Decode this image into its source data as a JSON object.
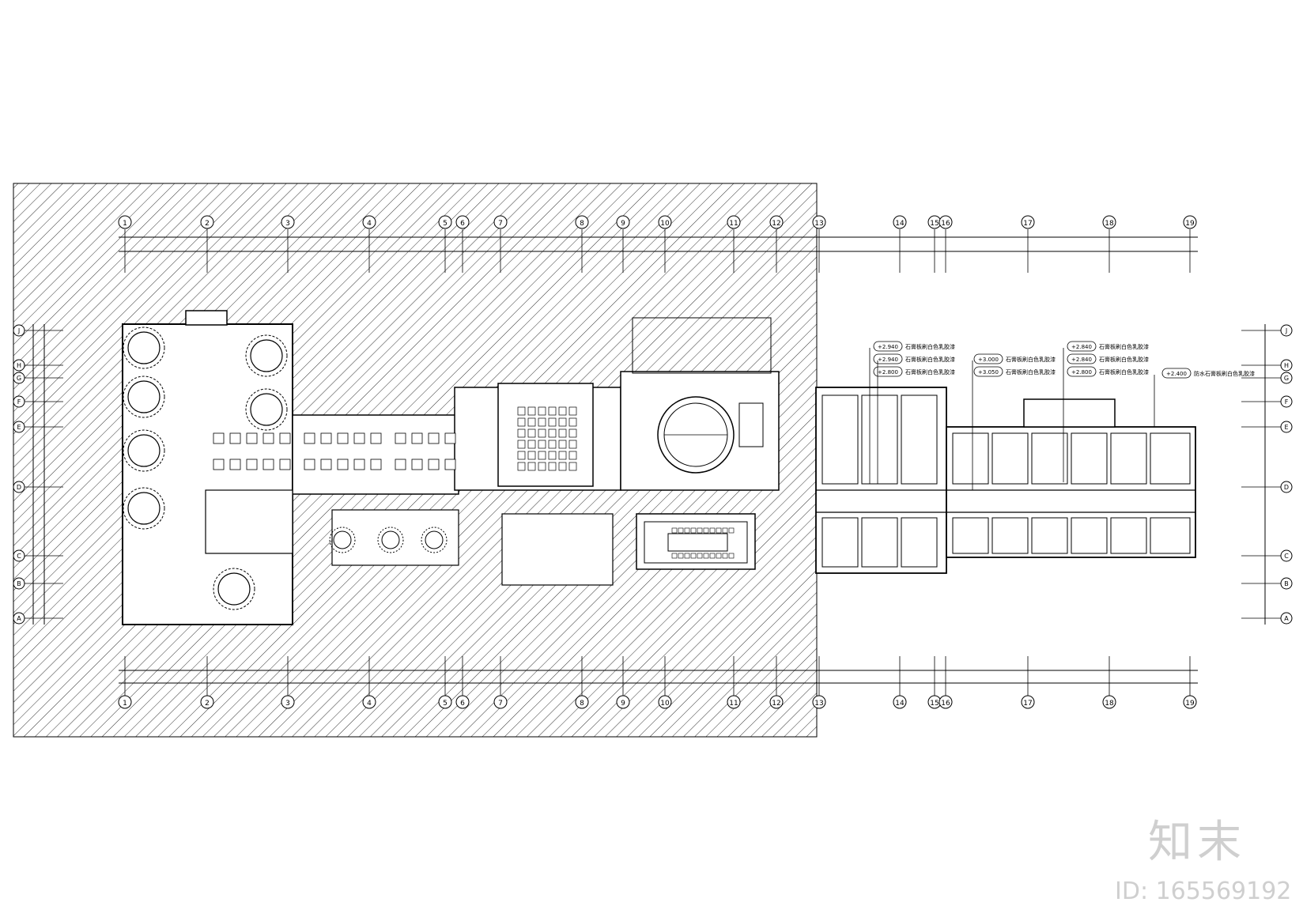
{
  "grid": {
    "columns": [
      "1",
      "2",
      "3",
      "4",
      "5",
      "6",
      "7",
      "8",
      "9",
      "10",
      "11",
      "12",
      "13",
      "14",
      "15",
      "16",
      "17",
      "18",
      "19"
    ],
    "rows": [
      "J",
      "H",
      "G",
      "F",
      "E",
      "D",
      "C",
      "B",
      "A"
    ]
  },
  "ceiling_tags": {
    "left": [
      {
        "elevation": "+2.940",
        "note": "石膏板刷白色乳胶漆"
      },
      {
        "elevation": "+2.940",
        "note": "石膏板刷白色乳胶漆"
      },
      {
        "elevation": "+2.800",
        "note": "石膏板刷白色乳胶漆"
      }
    ],
    "middle": [
      {
        "elevation": "+3.000",
        "note": "石膏板刷白色乳胶漆"
      },
      {
        "elevation": "+3.050",
        "note": "石膏板刷白色乳胶漆"
      }
    ],
    "right": [
      {
        "elevation": "+2.840",
        "note": "石膏板刷白色乳胶漆"
      },
      {
        "elevation": "+2.840",
        "note": "石膏板刷白色乳胶漆"
      },
      {
        "elevation": "+2.800",
        "note": "石膏板刷白色乳胶漆"
      }
    ],
    "far": [
      {
        "elevation": "+2.400",
        "note": "防水石膏板刷白色乳胶漆"
      }
    ]
  },
  "watermark": {
    "logo": "知末",
    "id": "ID: 165569192"
  },
  "colors": {
    "line": "#000000",
    "watermark": "#cfcfcf"
  }
}
